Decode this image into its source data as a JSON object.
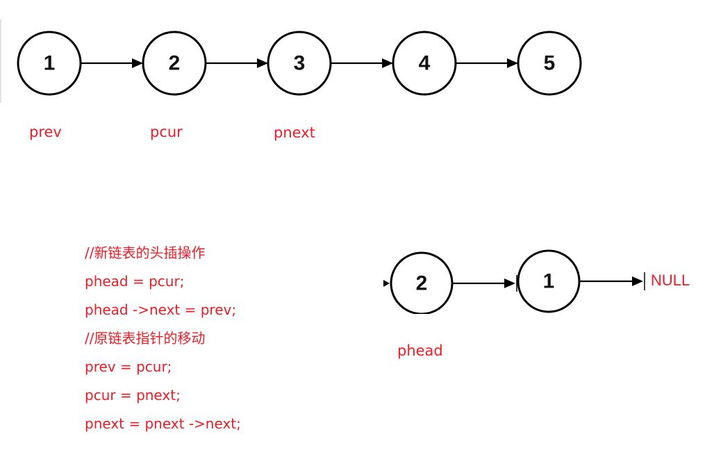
{
  "colors": {
    "annotation": "#ee1c25",
    "stroke": "#000000",
    "node_fill": "#ffffff"
  },
  "original_list": {
    "nodes": [
      "1",
      "2",
      "3",
      "4",
      "5"
    ],
    "pointers": [
      "prev",
      "pcur",
      "pnext"
    ]
  },
  "new_list": {
    "nodes": [
      "2",
      "1"
    ],
    "tail": "NULL",
    "pointer": "phead"
  },
  "code": [
    "//新链表的头插操作",
    "phead = pcur;",
    "phead ->next = prev;",
    "//原链表指针的移动",
    "prev = pcur;",
    "pcur = pnext;",
    "pnext = pnext ->next;"
  ]
}
